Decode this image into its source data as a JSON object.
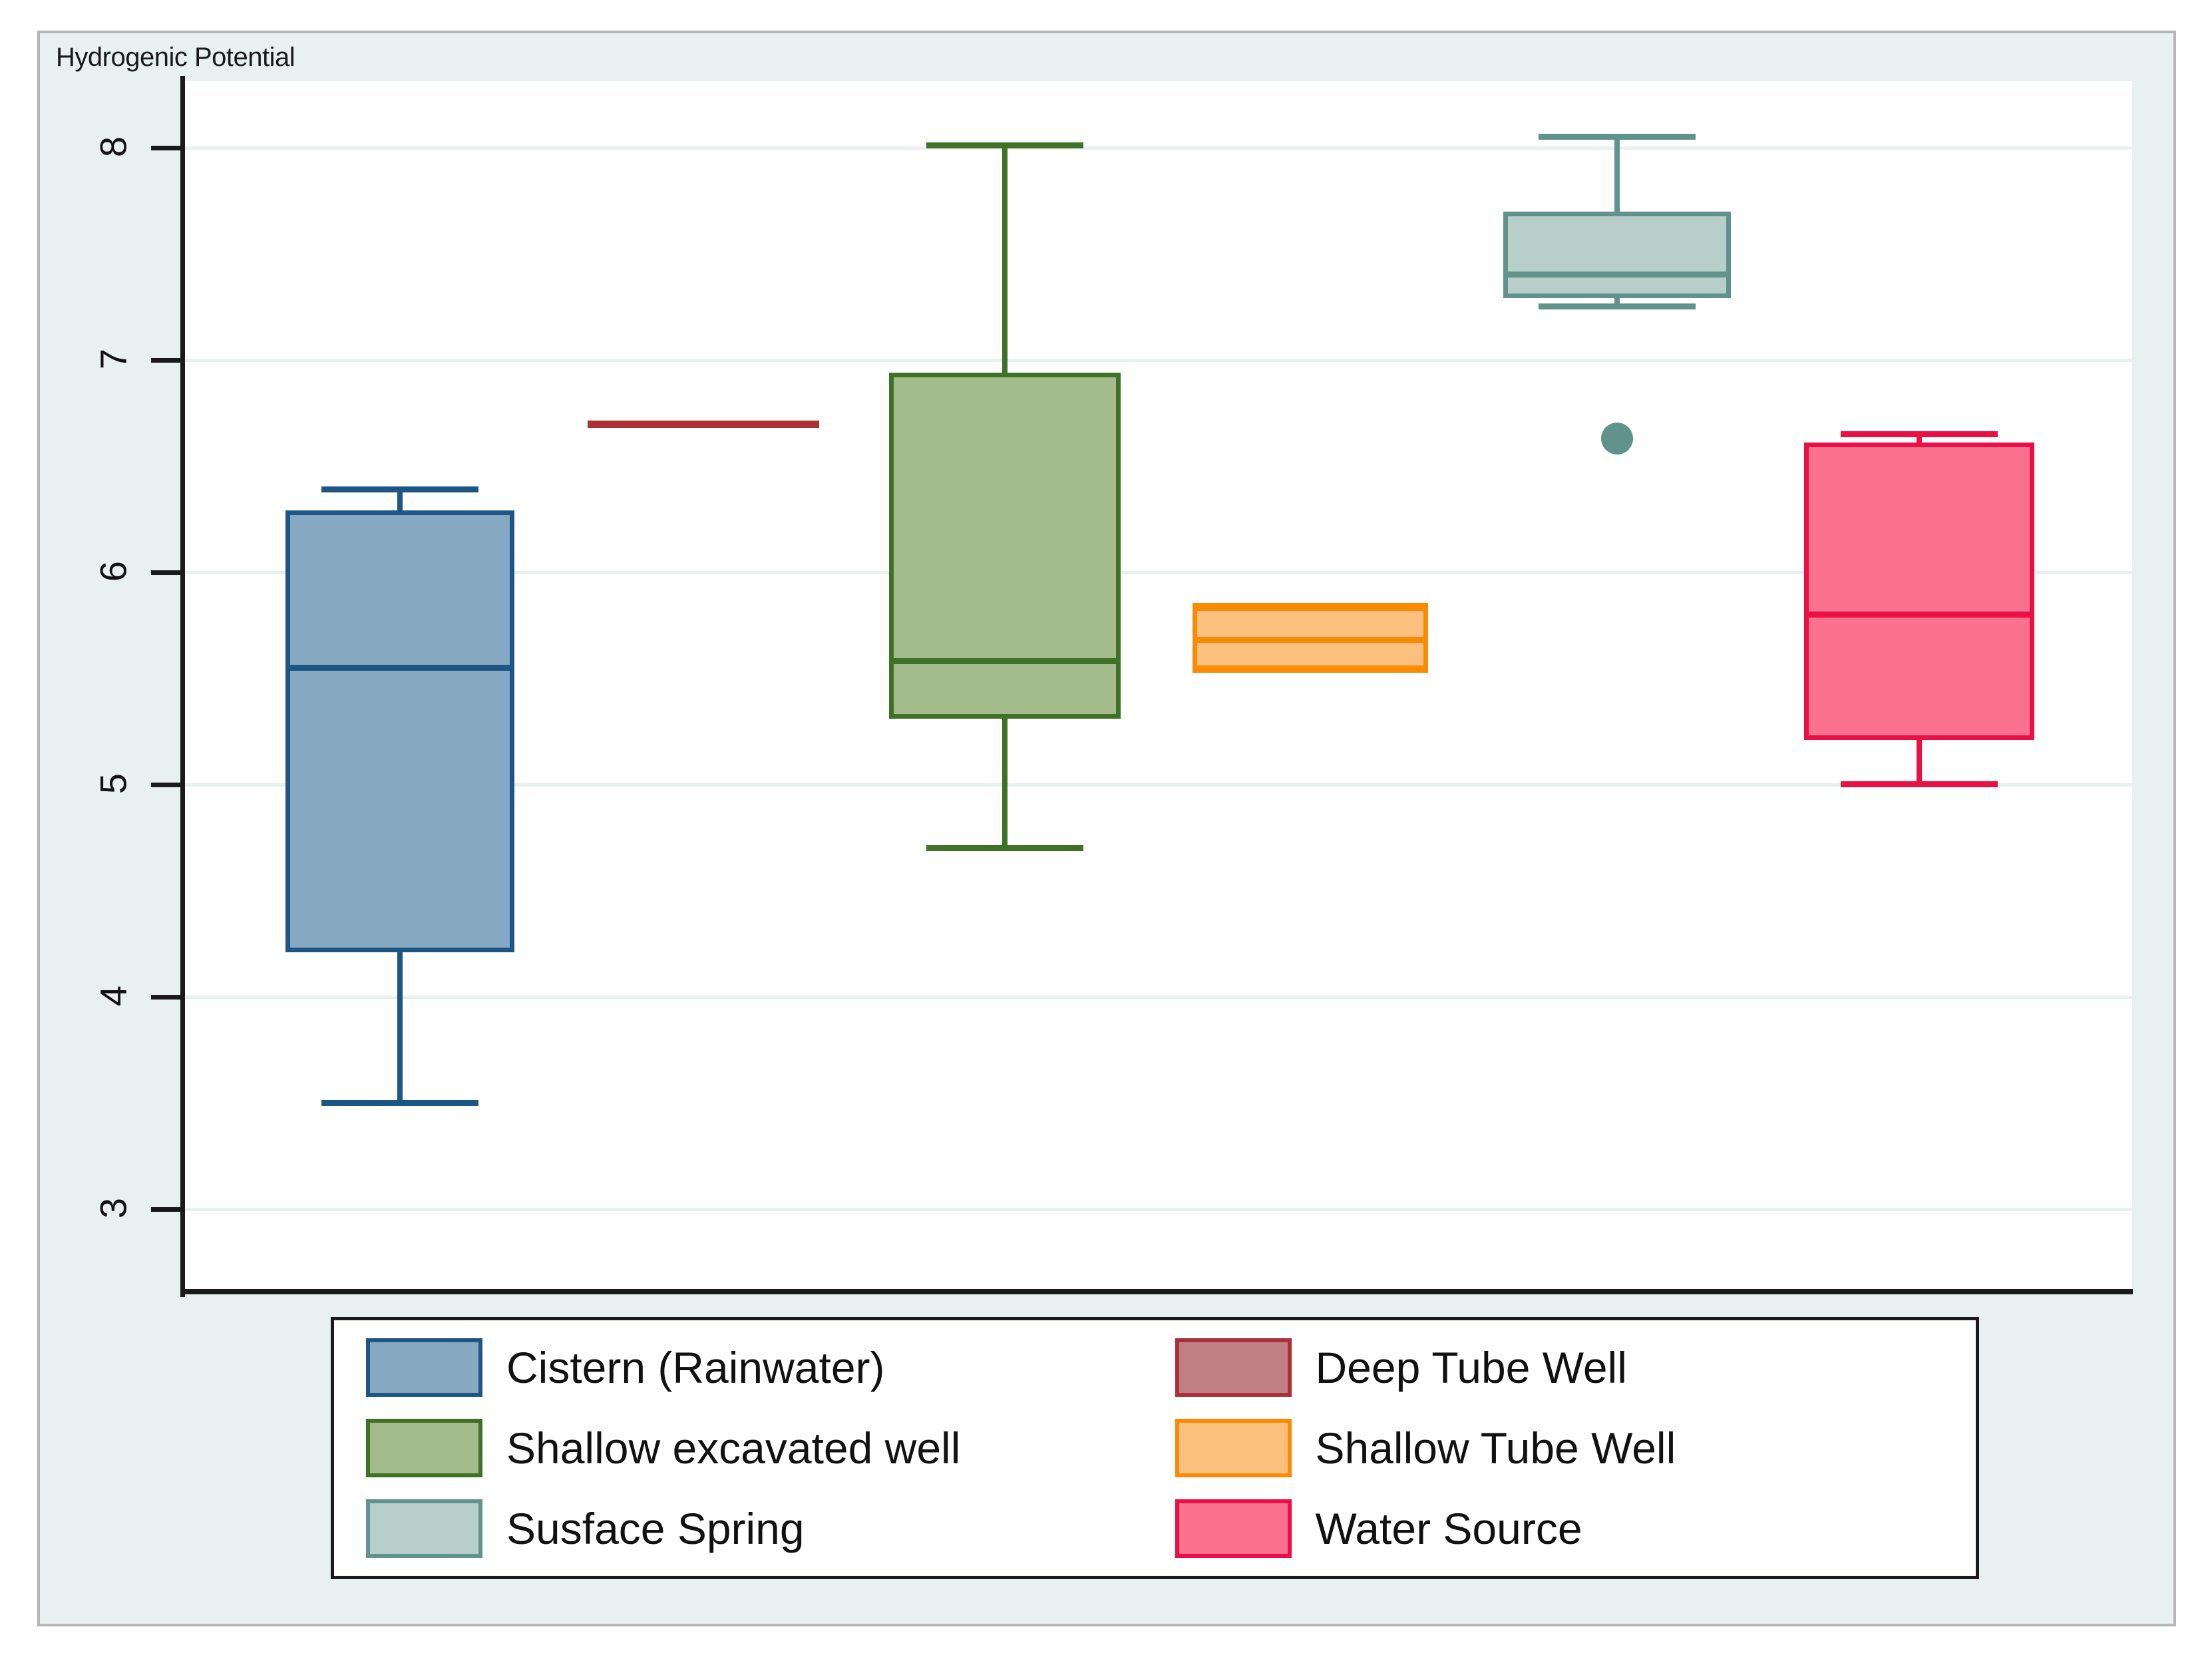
{
  "figure": {
    "title": "Hydrogenic Potential",
    "background": "#e8f1f0",
    "plot_background": "#ffffff",
    "border_color": "#b5b5b5"
  },
  "chart_data": {
    "type": "box",
    "title": "Hydrogenic Potential",
    "xlabel": "",
    "ylabel": "",
    "ylim": [
      2.73,
      8.3
    ],
    "yticks": [
      3,
      4,
      5,
      6,
      7,
      8
    ],
    "ytick_labels": [
      "3",
      "4",
      "5",
      "6",
      "7",
      "8"
    ],
    "grid": "horizontal",
    "legend_position": "bottom",
    "categories": [
      "Cistern (Rainwater)",
      "Deep Tube Well",
      "Shallow excavated well",
      "Shallow Tube Well",
      "Susface Spring",
      "Water Source"
    ],
    "boxes": [
      {
        "name": "Cistern (Rainwater)",
        "fill": "#86a9c1",
        "line": "#1c5684",
        "whisker_low": 3.5,
        "q1": 4.21,
        "median": 5.55,
        "q3": 6.29,
        "whisker_high": 6.39,
        "outliers": []
      },
      {
        "name": "Deep Tube Well",
        "fill": "#c18086",
        "line": "#ab3038",
        "whisker_low": 6.7,
        "q1": 6.7,
        "median": 6.7,
        "q3": 6.7,
        "whisker_high": 6.7,
        "outliers": [],
        "degenerate": true
      },
      {
        "name": "Shallow excavated well",
        "fill": "#a4bb8c",
        "line": "#3f7127",
        "whisker_low": 4.7,
        "q1": 5.31,
        "median": 5.58,
        "q3": 6.94,
        "whisker_high": 8.01,
        "outliers": []
      },
      {
        "name": "Shallow Tube Well",
        "fill": "#fcc07e",
        "line": "#fa8c05",
        "whisker_low": 5.54,
        "q1": 5.54,
        "median": 5.68,
        "q3": 5.84,
        "whisker_high": 5.84,
        "outliers": []
      },
      {
        "name": "Susface Spring",
        "fill": "#b8ceca",
        "line": "#60938b",
        "whisker_low": 7.25,
        "q1": 7.29,
        "median": 7.4,
        "q3": 7.7,
        "whisker_high": 8.05,
        "outliers": [
          6.63
        ]
      },
      {
        "name": "Water Source",
        "fill": "#fb7190",
        "line": "#ec0f46",
        "whisker_low": 5.0,
        "q1": 5.21,
        "median": 5.8,
        "q3": 6.61,
        "whisker_high": 6.65,
        "outliers": []
      }
    ]
  },
  "legend": {
    "items": [
      {
        "label": "Cistern (Rainwater)",
        "fill": "#86a9c1",
        "line": "#1c5684"
      },
      {
        "label": "Deep Tube Well",
        "fill": "#c18086",
        "line": "#ab3038"
      },
      {
        "label": "Shallow excavated well",
        "fill": "#a4bb8c",
        "line": "#3f7127"
      },
      {
        "label": "Shallow Tube Well",
        "fill": "#fcc07e",
        "line": "#fa8c05"
      },
      {
        "label": "Susface Spring",
        "fill": "#b8ceca",
        "line": "#60938b"
      },
      {
        "label": "Water Source",
        "fill": "#fb7190",
        "line": "#ec0f46"
      }
    ]
  }
}
